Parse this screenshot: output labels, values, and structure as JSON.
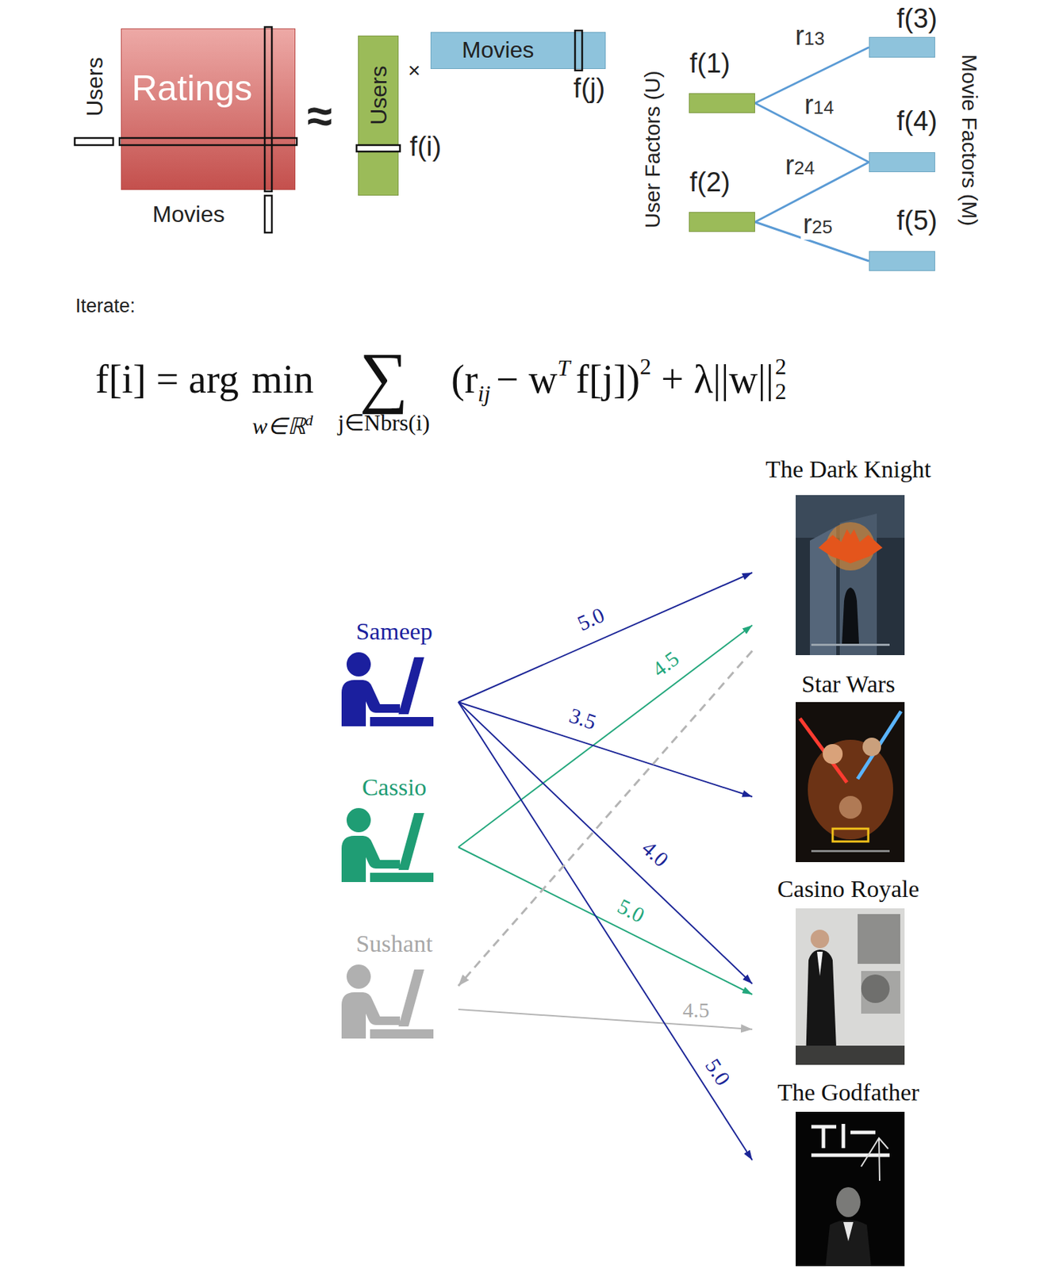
{
  "diagram": {
    "nodes": [
      {
        "text": [
          "Ratings"
        ]
      },
      {
        "text": [
          "Users"
        ]
      },
      {
        "text": [
          "Movies"
        ]
      },
      {
        "text": [
          "f(1)"
        ]
      },
      {
        "text": [
          "f(2)"
        ]
      },
      {
        "text": [
          "f(3)"
        ]
      },
      {
        "text": [
          "f(4)"
        ]
      },
      {
        "text": [
          "f(5)"
        ]
      },
      {
        "text": [
          "Sameep"
        ]
      },
      {
        "text": [
          "Cassio"
        ]
      },
      {
        "text": [
          "Sushant"
        ]
      },
      {
        "text": [
          "The Dark Knight"
        ]
      },
      {
        "text": [
          "Star Wars"
        ]
      },
      {
        "text": [
          "Casino Royale"
        ]
      },
      {
        "text": [
          "The Godfather"
        ]
      }
    ],
    "edges": [
      {
        "from": 3,
        "to": 5,
        "label": "r13",
        "arrow": "none"
      },
      {
        "from": 3,
        "to": 6,
        "label": "r14",
        "arrow": "none"
      },
      {
        "from": 4,
        "to": 6,
        "label": "r24",
        "arrow": "none"
      },
      {
        "from": 4,
        "to": 7,
        "label": "r25",
        "arrow": "none"
      },
      {
        "from": 8,
        "to": 11,
        "label": "5.0",
        "arrow": "to"
      },
      {
        "from": 9,
        "to": 11,
        "label": "4.5",
        "arrow": "to"
      },
      {
        "from": 8,
        "to": 12,
        "label": "3.5",
        "arrow": "to"
      },
      {
        "from": 8,
        "to": 13,
        "label": "4.0",
        "arrow": "to"
      },
      {
        "from": 9,
        "to": 13,
        "label": "5.0",
        "arrow": "to"
      },
      {
        "from": 10,
        "to": 13,
        "label": "4.5",
        "arrow": "to"
      },
      {
        "from": 8,
        "to": 14,
        "label": "5.0",
        "arrow": "to"
      },
      {
        "from": 11,
        "to": 10,
        "arrow": "to"
      }
    ],
    "labels": [
      "Users",
      "Movies",
      "≈",
      "×",
      "f(i)",
      "f(j)",
      "User Factors (U)",
      "Movie Factors (M)",
      "Iterate:",
      "f[i] = arg",
      "min",
      "w∈ℝ",
      "d",
      "∑",
      "j∈Nbrs(i)",
      "(r",
      "ij",
      "− w",
      "T",
      "f[j])",
      "2",
      "+ λ||w||",
      "2",
      "2"
    ]
  }
}
